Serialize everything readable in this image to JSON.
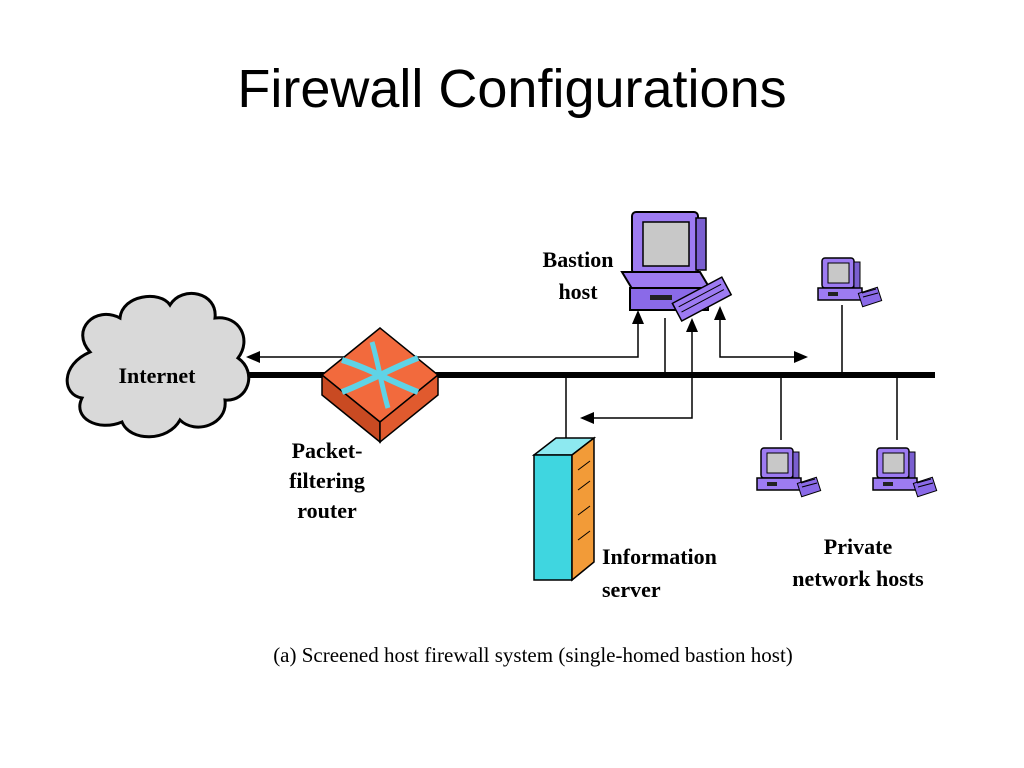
{
  "slide": {
    "title": "Firewall Configurations"
  },
  "diagram": {
    "internet_label": "Internet",
    "router_label": [
      "Packet-",
      "filtering",
      "router"
    ],
    "bastion_label": [
      "Bastion",
      "host"
    ],
    "info_server_label": [
      "Information",
      "server"
    ],
    "private_hosts_label": [
      "Private",
      "network hosts"
    ],
    "caption": "(a) Screened host firewall system (single-homed bastion host)"
  },
  "colors": {
    "cloud": "#d9d9d9",
    "router": "#f26a3d",
    "router_arrows": "#5fd3e6",
    "host_purple": "#9d7bf2",
    "host_screen": "#c8c8c8",
    "server_cyan": "#3fd6e0",
    "server_orange": "#f29b38"
  }
}
